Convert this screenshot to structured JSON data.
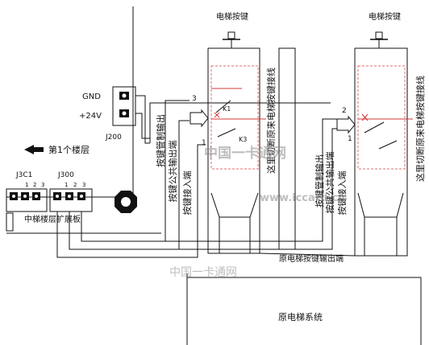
{
  "labels": {
    "gnd": "GND",
    "v24": "+24V",
    "j200": "J200",
    "floor_label": "第1个楼层",
    "j3c1": "J3C1",
    "j300": "J300",
    "board": "中梯楼层扩展板",
    "pin1": "1",
    "pin2": "2",
    "pin3": "3",
    "button_left": "电梯按键",
    "button_right": "电梯按键",
    "k1": "K1",
    "k3": "K3",
    "term3": "3",
    "term2": "2",
    "term1": "1",
    "wire_control": "按键管制输出",
    "wire_common": "按键公共输出端",
    "wire_input": "按键接入端",
    "cut_note_left": "这里切断原来电梯按键接线",
    "cut_note_right": "这里切断原来电梯按键接线",
    "button_output": "原电梯按键输出端",
    "system": "原电梯系统",
    "watermark_1": "中国一卡通网",
    "watermark_2": "www.iccard.cn",
    "watermark_3": "中国一卡通网"
  },
  "colors": {
    "line": "#111111",
    "relay": "#d43a3a",
    "watermark": "#8a8a8a"
  }
}
